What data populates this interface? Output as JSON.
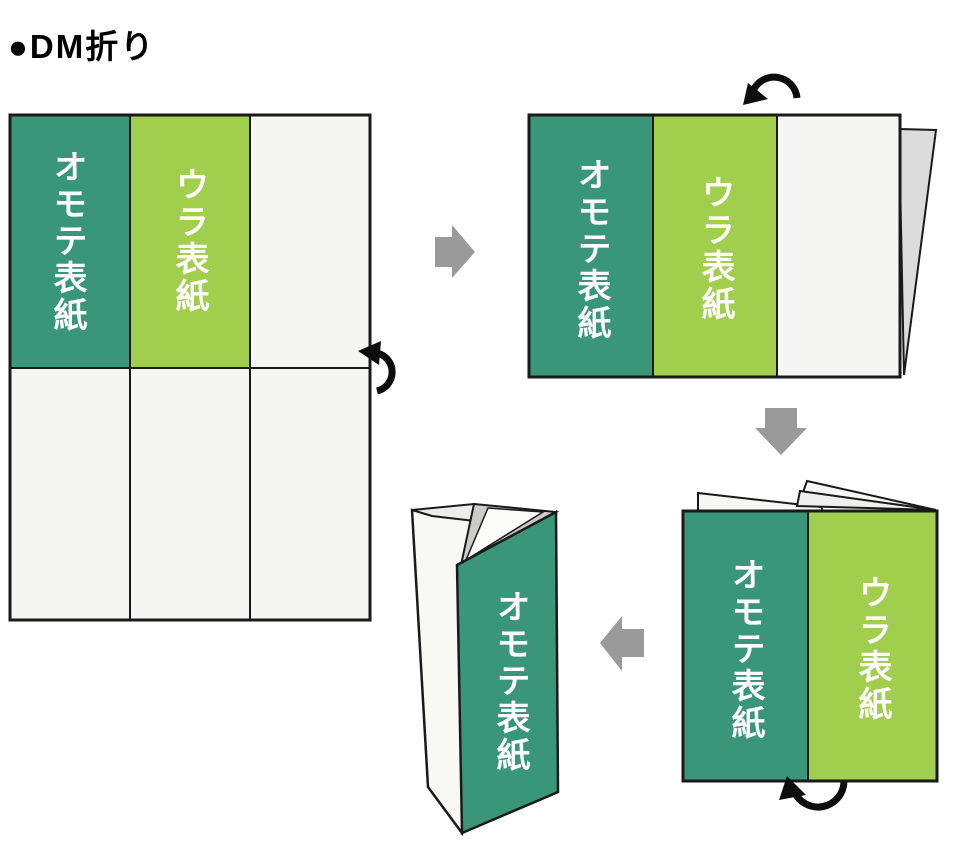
{
  "title": "●DM折り",
  "labels": {
    "front_cover": "オモテ表紙",
    "back_cover": "ウラ表紙"
  },
  "steps": {
    "flat_sheet": {
      "front_label": "オモテ表紙",
      "back_label": "ウラ表紙"
    },
    "half_folded": {
      "front_label": "オモテ表紙",
      "back_label": "ウラ表紙"
    },
    "tri_folding": {
      "front_label": "オモテ表紙",
      "back_label": "ウラ表紙"
    },
    "finished_leaflet": {
      "front_label": "オモテ表紙"
    }
  },
  "icons": {
    "fold_up_arrow": "curl-arrow-counterclockwise",
    "fold_over_arrow": "curl-arrow-over-top",
    "fold_under_arrow": "curl-arrow-under-bottom",
    "arrow_right": "block-arrow-right",
    "arrow_down": "block-arrow-down",
    "arrow_left": "block-arrow-left"
  },
  "colors": {
    "teal": "#3A9678",
    "green": "#A2CE4D",
    "paper": "#F5F5F3",
    "page_gray": "#DCDCDC",
    "flap_white": "#F7F7F6",
    "flap_shade": "#EFEFED",
    "top_face": "#ECECEA",
    "wedge_gray": "#CBCBCA",
    "sliver_white": "#FBFBFA",
    "back_panel": "#F8F8F7",
    "arrow_gray": "#9A9A9A",
    "outline": "#1A1A1A",
    "fold_arrow_black": "#0D0D0D"
  }
}
